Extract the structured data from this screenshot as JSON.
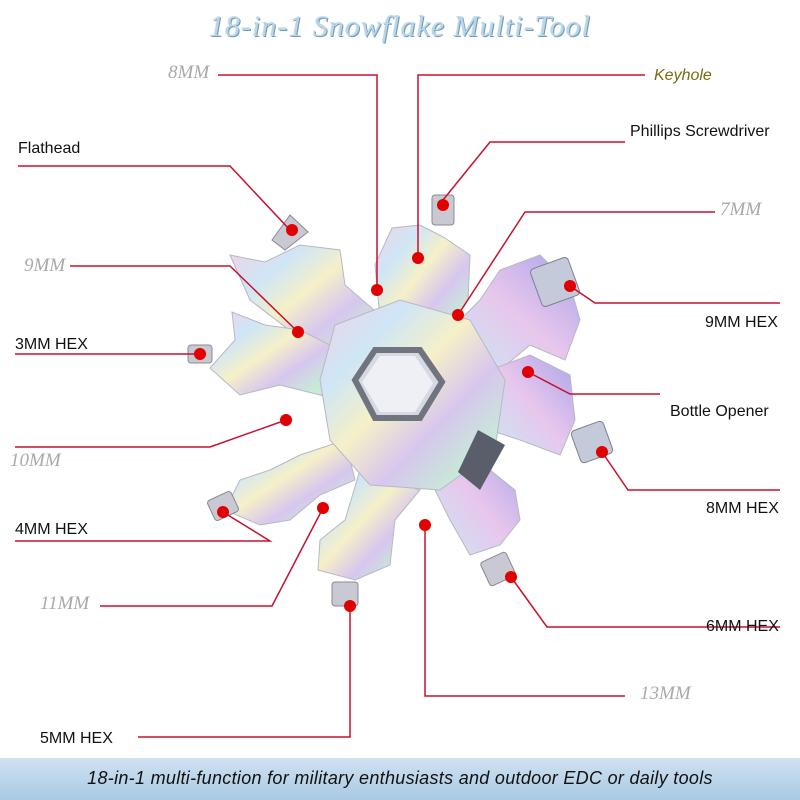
{
  "title": "18-in-1 Snowflake Multi-Tool",
  "footer": "18-in-1 multi-function for military enthusiasts and outdoor EDC or daily tools",
  "colors": {
    "leader": "#c8102e",
    "marker": "#e00000",
    "title": "#b9d6e8",
    "footer_bar": "#bcd6ec"
  },
  "labels": {
    "mm8": "8MM",
    "keyhole": "Keyhole",
    "phillips": "Phillips Screwdriver",
    "flathead": "Flathead",
    "mm7": "7MM",
    "mm9": "9MM",
    "hex9": "9MM HEX",
    "hex3": "3MM HEX",
    "bottle": "Bottle Opener",
    "mm10": "10MM",
    "hex8": "8MM HEX",
    "hex4": "4MM HEX",
    "mm11": "11MM",
    "hex6": "6MM HEX",
    "mm13": "13MM",
    "hex5": "5MM HEX"
  }
}
